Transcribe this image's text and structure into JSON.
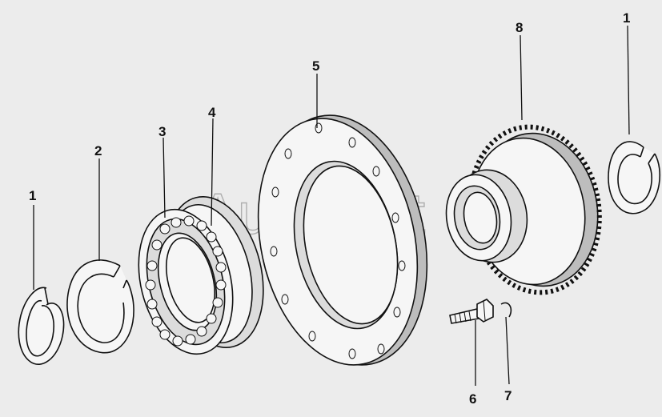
{
  "watermark": "AutoSoft",
  "callouts": {
    "c1_left": "1",
    "c2": "2",
    "c3": "3",
    "c4": "4",
    "c5": "5",
    "c6": "6",
    "c7": "7",
    "c8": "8",
    "c1_right": "1"
  }
}
